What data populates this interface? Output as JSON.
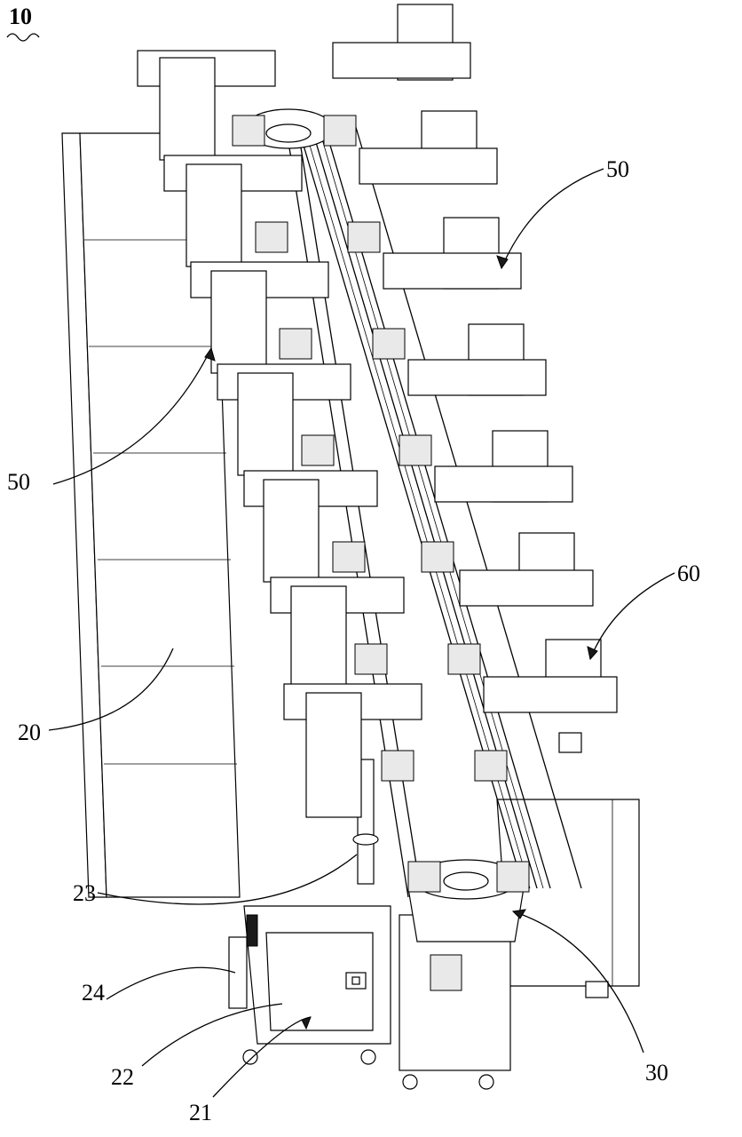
{
  "figure_label": "10",
  "labels": {
    "module_50_top": "50",
    "module_50_left": "50",
    "unit_60": "60",
    "base_20": "20",
    "part_23": "23",
    "part_24": "24",
    "part_22": "22",
    "part_21": "21",
    "turntable_30": "30"
  }
}
